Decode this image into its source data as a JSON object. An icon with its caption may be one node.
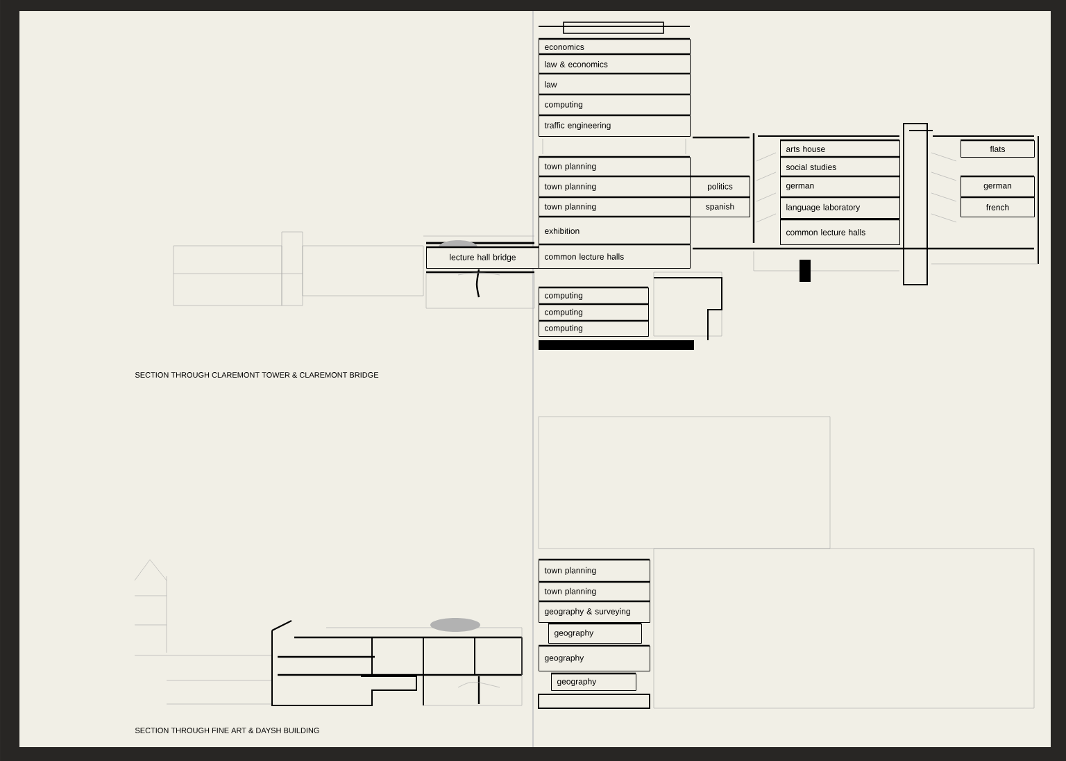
{
  "diagram": {
    "nodes": [
      {
        "text": [
          "economics"
        ]
      },
      {
        "text": [
          "law & economics"
        ]
      },
      {
        "text": [
          "law"
        ]
      },
      {
        "text": [
          "computing"
        ]
      },
      {
        "text": [
          "traffic engineering"
        ]
      },
      {
        "text": [
          "arts house"
        ]
      },
      {
        "text": [
          "flats"
        ]
      },
      {
        "text": [
          "town planning"
        ]
      },
      {
        "text": [
          "social studies"
        ]
      },
      {
        "text": [
          "town planning"
        ]
      },
      {
        "text": [
          "politics"
        ]
      },
      {
        "text": [
          "german"
        ]
      },
      {
        "text": [
          "german"
        ]
      },
      {
        "text": [
          "town planning"
        ]
      },
      {
        "text": [
          "spanish"
        ]
      },
      {
        "text": [
          "language laboratory"
        ]
      },
      {
        "text": [
          "french"
        ]
      },
      {
        "text": [
          "exhibition"
        ]
      },
      {
        "text": [
          "common lecture halls"
        ]
      },
      {
        "text": [
          "lecture hall bridge"
        ]
      },
      {
        "text": [
          "common lecture halls"
        ]
      },
      {
        "text": [
          "computing"
        ]
      },
      {
        "text": [
          "computing"
        ]
      },
      {
        "text": [
          "computing"
        ]
      },
      {
        "text": [
          "town planning"
        ]
      },
      {
        "text": [
          "town planning"
        ]
      },
      {
        "text": [
          "geography & surveying"
        ]
      },
      {
        "text": [
          "geography"
        ]
      },
      {
        "text": [
          "geography"
        ]
      },
      {
        "text": [
          "geography"
        ]
      }
    ],
    "labels": [
      "SECTION THROUGH CLAREMONT TOWER & CLAREMONT BRIDGE",
      "SECTION THROUGH FINE ART & DAYSH BUILDING"
    ]
  }
}
